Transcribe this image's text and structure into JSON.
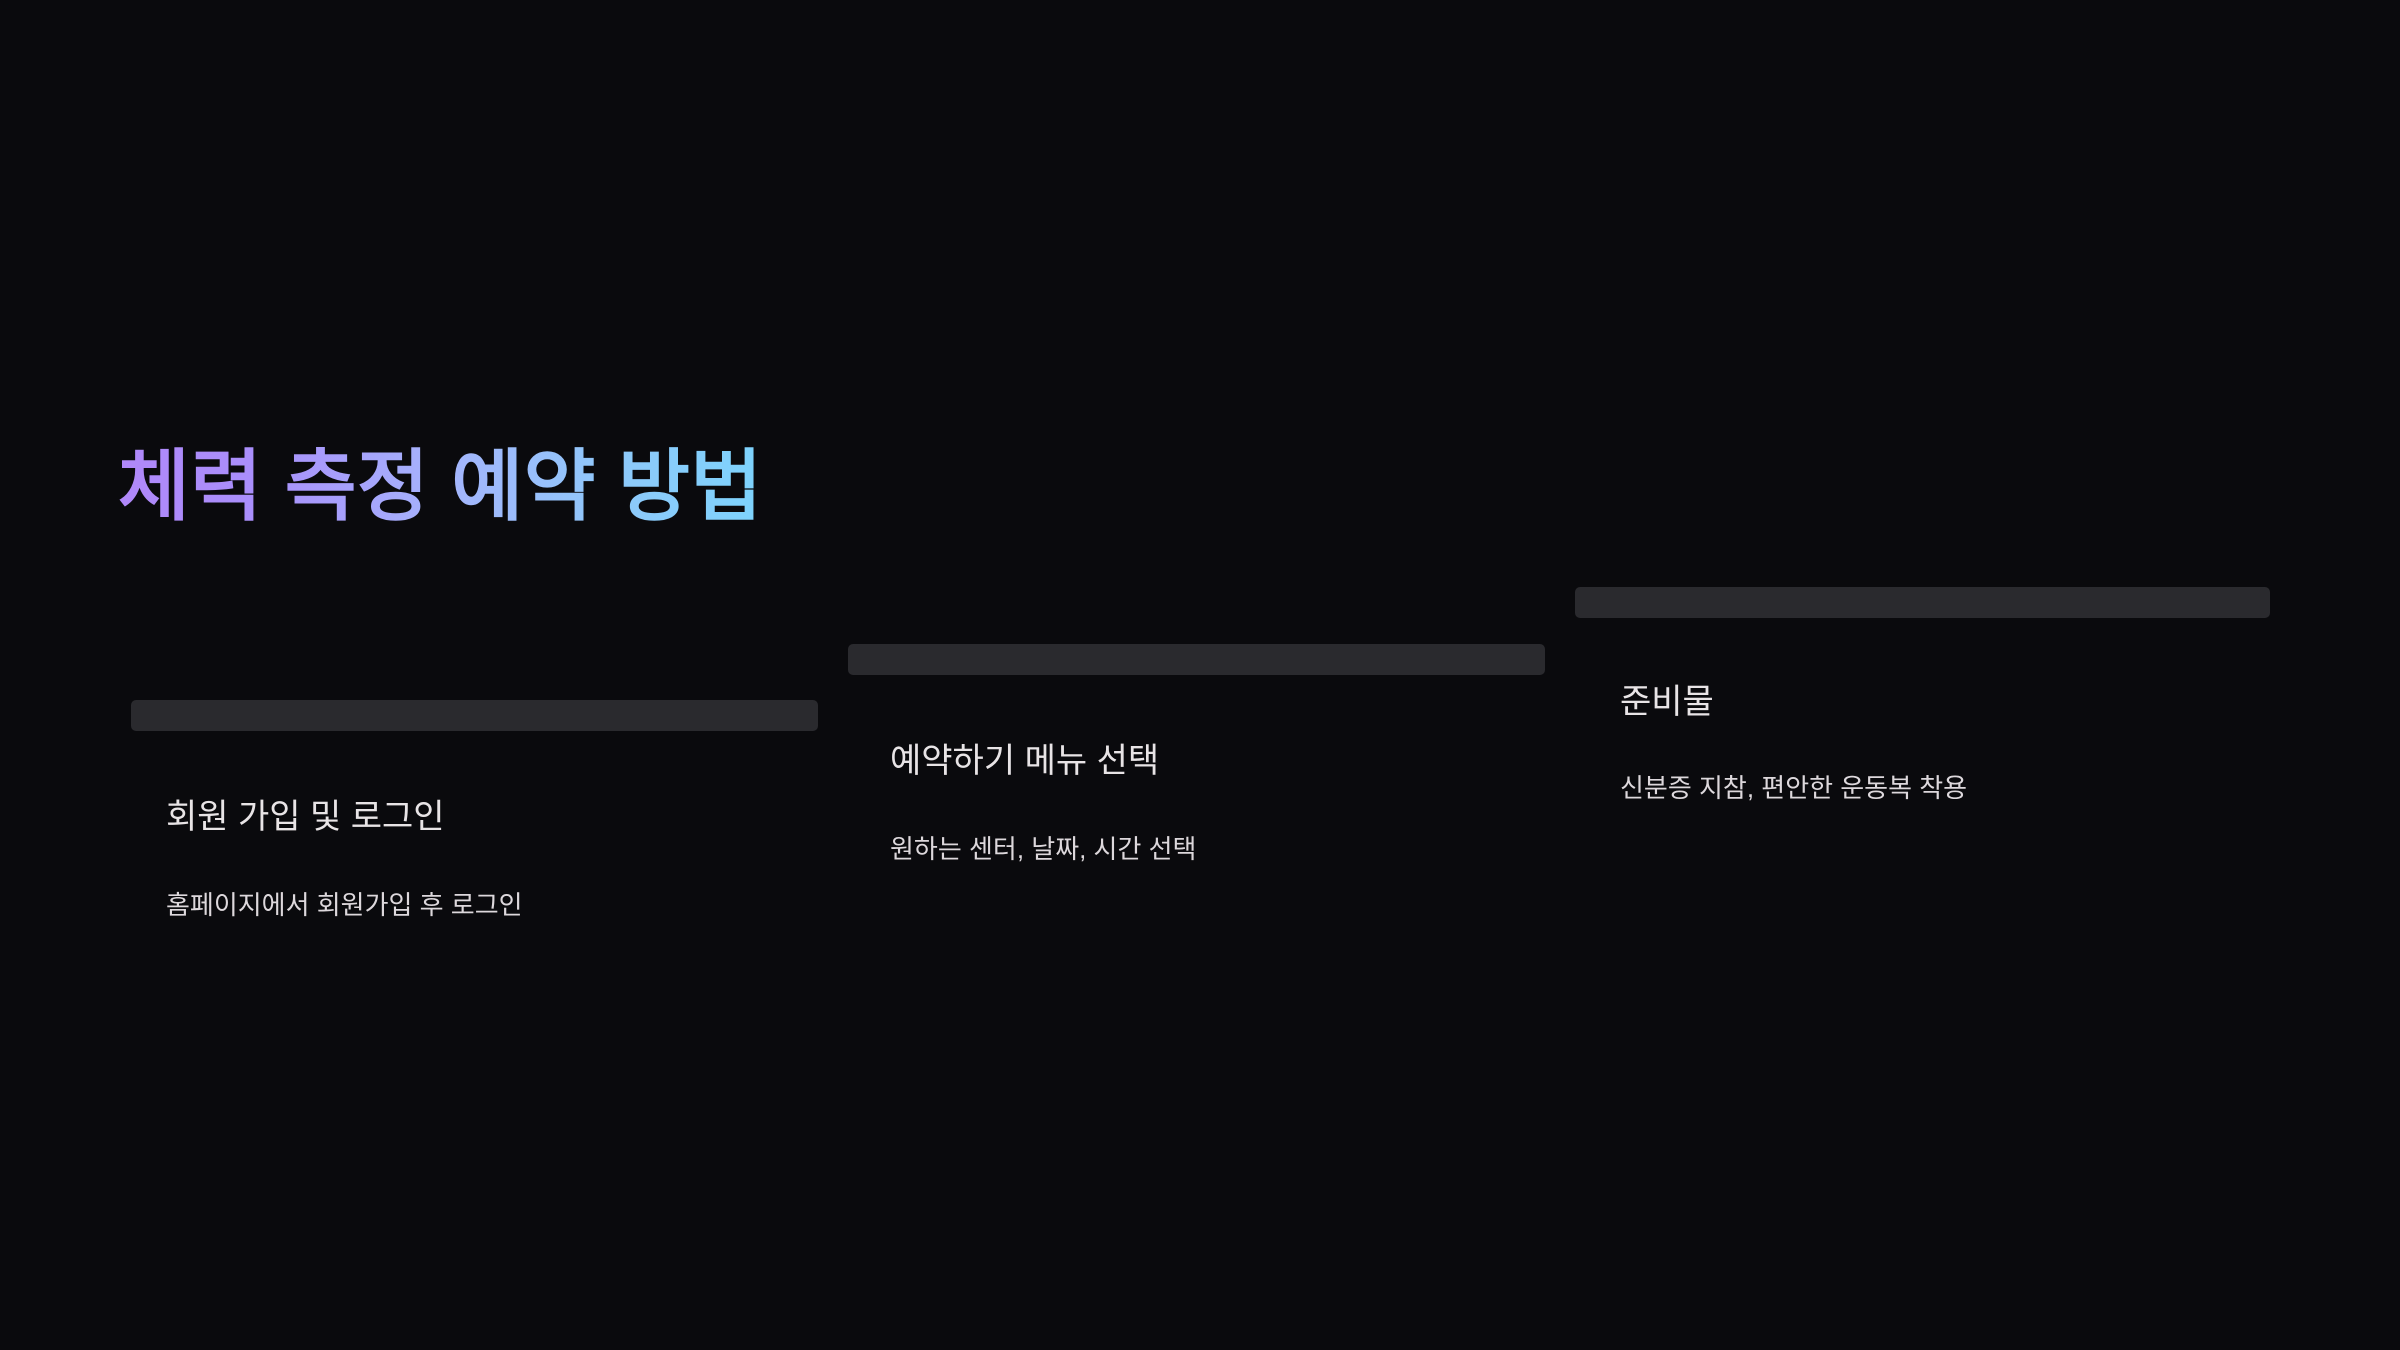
{
  "slide": {
    "title": "체력 측정 예약 방법",
    "background_color": "#0a0a0d",
    "title_gradient_start": "#b088f9",
    "title_gradient_mid": "#a5b4fc",
    "title_gradient_end": "#7dd3fc",
    "placeholder_bar_color": "#2a2a2e",
    "title_text_color": "#e8e4e6",
    "desc_text_color": "#ddd8dc"
  },
  "steps": [
    {
      "title": "회원 가입 및 로그인",
      "description": "홈페이지에서 회원가입 후 로그인"
    },
    {
      "title": "예약하기 메뉴 선택",
      "description": "원하는 센터, 날짜, 시간 선택"
    },
    {
      "title": "준비물",
      "description": "신분증 지참, 편안한 운동복 착용"
    }
  ]
}
